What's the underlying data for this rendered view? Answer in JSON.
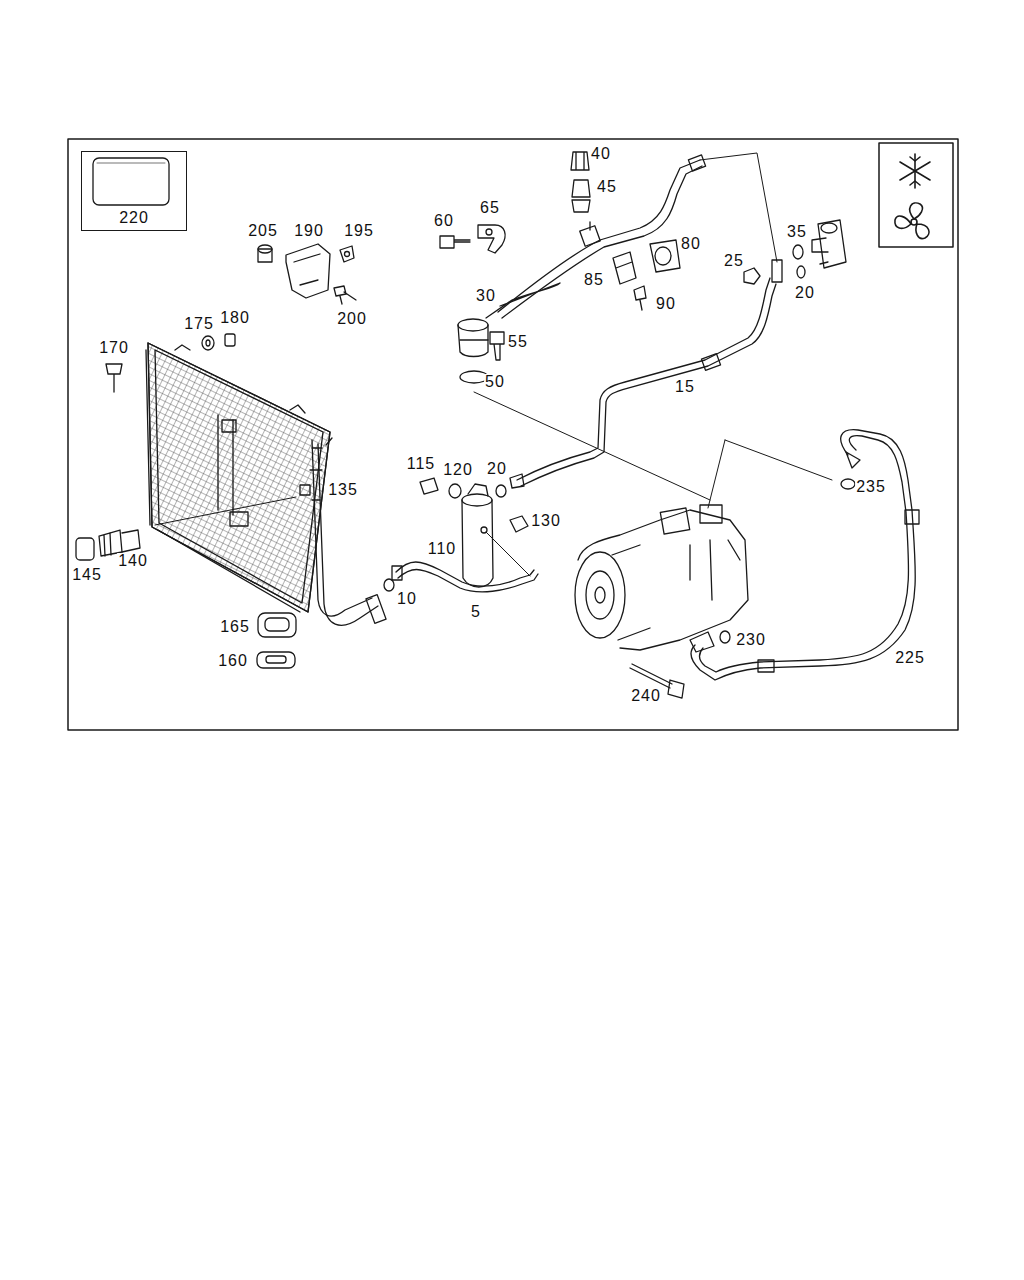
{
  "diagram": {
    "nodes": [
      {
        "text": [
          "220"
        ]
      }
    ],
    "labels": [
      "40",
      "45",
      "65",
      "60",
      "80",
      "35",
      "25",
      "20",
      "85",
      "90",
      "30",
      "205",
      "190",
      "195",
      "200",
      "55",
      "175",
      "180",
      "170",
      "50",
      "15",
      "135",
      "115",
      "120",
      "20",
      "235",
      "130",
      "110",
      "145",
      "140",
      "10",
      "5",
      "165",
      "230",
      "225",
      "160",
      "240"
    ]
  }
}
